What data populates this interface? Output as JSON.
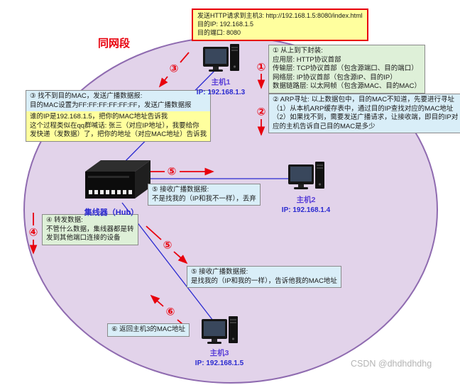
{
  "title_label": "同网段",
  "request_box": {
    "lines": [
      "发送HTTP请求到主机3: http://192.168.1.5:8080/index.html",
      "目的IP: 192.168.1.5",
      "目的端口: 8080"
    ]
  },
  "encap_box": {
    "lines": [
      "① 从上到下封装:",
      "应用层: HTTP协议首部",
      "传输层: TCP协议首部（包含源端口、目的端口）",
      "网络层: IP协议首部（包含源IP、目的IP）",
      "数据链路层: 以太网帧（包含源MAC、目的MAC）"
    ]
  },
  "arp_box": {
    "lines": [
      "② ARP寻址: 以上数据包中，目的MAC不知道，先要进行寻址",
      "（1）从本机ARP缓存表中，通过目的IP查找对应的MAC地址",
      "（2）如果找不到，需要发送广播请求，让接收端，即目的IP对",
      "应的主机告诉自己目的MAC是多少"
    ]
  },
  "broadcast_box": {
    "blue_lines": [
      "③ 找不到目的MAC，发送广播数据报:",
      "目的MAC设置为FF:FF:FF:FF:FF:FF，发送广播数据报"
    ],
    "yellow_lines": [
      "谁的IP是192.168.1.5，把你的MAC地址告诉我",
      "这个过程类似在qq群喊话: 张三（对应IP地址），我要给你",
      "发快递（发数据）了，把你的地址（对应MAC地址）告诉我"
    ]
  },
  "forward_box": {
    "lines": [
      "④ 转发数据:",
      "不管什么数据，集线器都是转",
      "发到其他端口连接的设备"
    ]
  },
  "discard_box": {
    "lines": [
      "⑤ 接收广播数据报:",
      "不是找我的（IP和我不一样），丢弃"
    ]
  },
  "accept_box": {
    "lines": [
      "⑤ 接收广播数据报:",
      "是找我的（IP和我的一样），告诉他我的MAC地址"
    ]
  },
  "return_box": {
    "lines": [
      "⑥ 返回主机3的MAC地址"
    ]
  },
  "hub": {
    "label": "集线器（Hub）"
  },
  "hosts": {
    "host1": {
      "name": "主机1",
      "ip": "IP: 192.168.1.3"
    },
    "host2": {
      "name": "主机2",
      "ip": "IP: 192.168.1.4"
    },
    "host3": {
      "name": "主机3",
      "ip": "IP: 192.168.1.5"
    }
  },
  "markers": {
    "m1": "①",
    "m2": "②",
    "m3": "③",
    "m4": "④",
    "m5a": "⑤",
    "m5b": "⑤",
    "m6": "⑥"
  },
  "watermark": "CSDN @dhdhdhdhg",
  "colors": {
    "ellipse_fill": "#e2d3ea",
    "ellipse_stroke": "#8f6bb0",
    "arrow_red": "#e8000d",
    "line_blue": "#2a2ad0",
    "box_yellow": "#ffff9e",
    "box_green": "#def0d8",
    "box_blue": "#d9eef8"
  }
}
